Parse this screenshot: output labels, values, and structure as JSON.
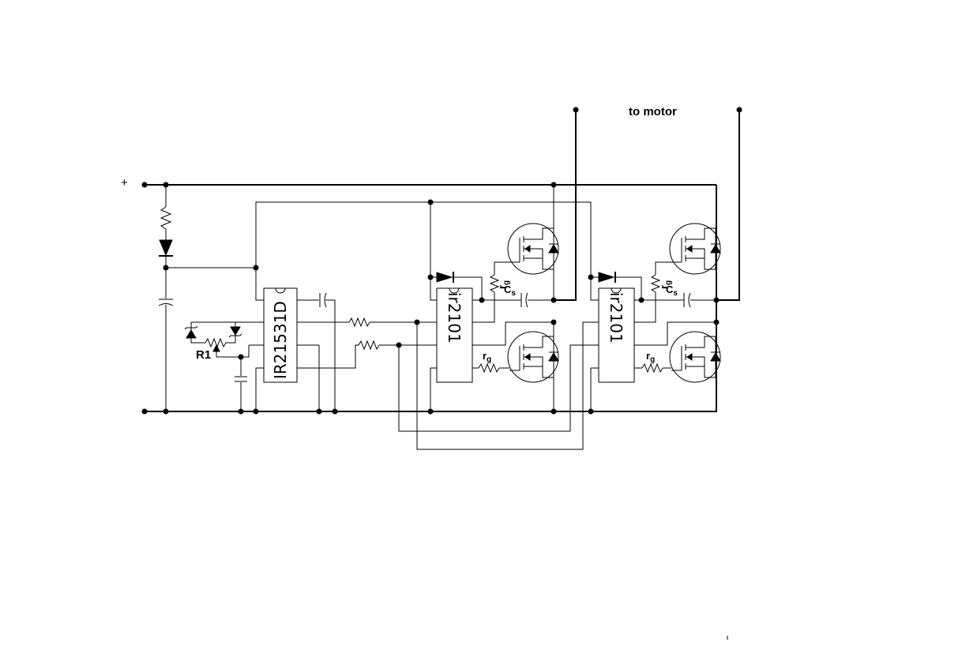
{
  "labels": {
    "plus": "+",
    "to_motor": "to motor",
    "r1": "R1",
    "ic_main": "IR21531D",
    "ic_driver_1": "ir2101",
    "ic_driver_2": "ir2101",
    "rg": "r",
    "rg_sub": "g",
    "cs": "C",
    "cs_sub": "s"
  }
}
